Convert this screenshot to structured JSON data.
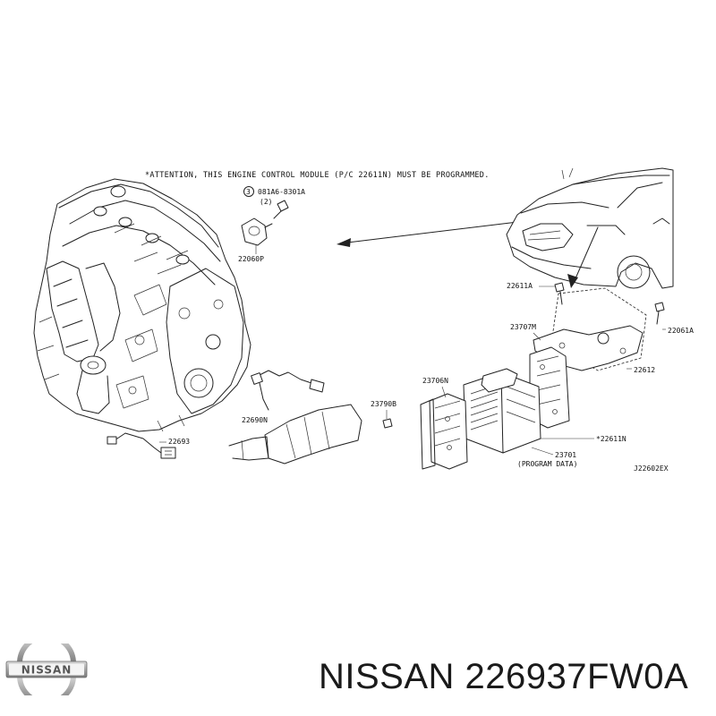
{
  "note": {
    "attention": "*ATTENTION, THIS ENGINE CONTROL MODULE (P/C 22611N) MUST BE PROGRAMMED."
  },
  "callouts": {
    "bolt_ref": "081A6-8301A",
    "bolt_circle": "3",
    "bolt_qty": "(2)",
    "knock_sensor": "22060P",
    "o2_sensor": "22690N",
    "harness": "22693",
    "nut_left": "23790B",
    "ecm_bracket_left": "23706N",
    "ecm_bracket_top": "23707M",
    "bolt_top": "22611A",
    "bolt_right": "22061A",
    "bracket": "22612",
    "ecm": "*22611N",
    "ecm_base": "23701",
    "program_data": "(PROGRAM DATA)",
    "figure_code": "J22602EX"
  },
  "footer": {
    "brand_text": "NISSAN",
    "part_title": "NISSAN 226937FW0A"
  },
  "colors": {
    "ink": "#222222",
    "logo_silver": "#a8a8a8",
    "title_text": "#1a1a1a"
  }
}
